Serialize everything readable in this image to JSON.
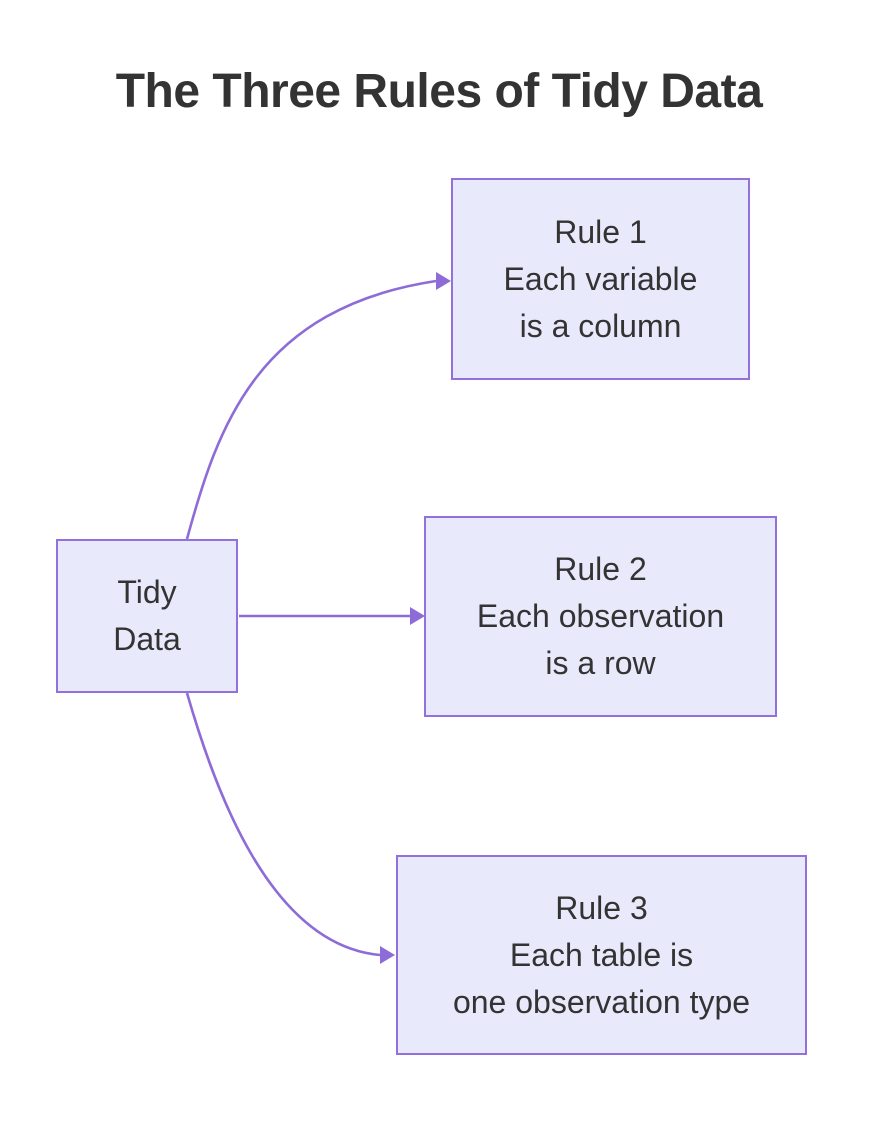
{
  "title": "The Three Rules of Tidy Data",
  "nodes": {
    "root": {
      "label_lines": [
        "Tidy",
        "Data"
      ]
    },
    "rule1": {
      "label_lines": [
        "Rule 1",
        "Each variable",
        "is a column"
      ]
    },
    "rule2": {
      "label_lines": [
        "Rule 2",
        "Each observation",
        "is a row"
      ]
    },
    "rule3": {
      "label_lines": [
        "Rule 3",
        "Each table is",
        "one observation type"
      ]
    }
  },
  "edges": [
    {
      "from": "Tidy Data",
      "to": "Rule 1"
    },
    {
      "from": "Tidy Data",
      "to": "Rule 2"
    },
    {
      "from": "Tidy Data",
      "to": "Rule 3"
    }
  ],
  "colors": {
    "background": "#ffffff",
    "node_fill": "#e9e9fc",
    "node_border": "#9370db",
    "edge_line": "#8e6cd8",
    "node_text": "#333333",
    "title_text": "#333333"
  }
}
